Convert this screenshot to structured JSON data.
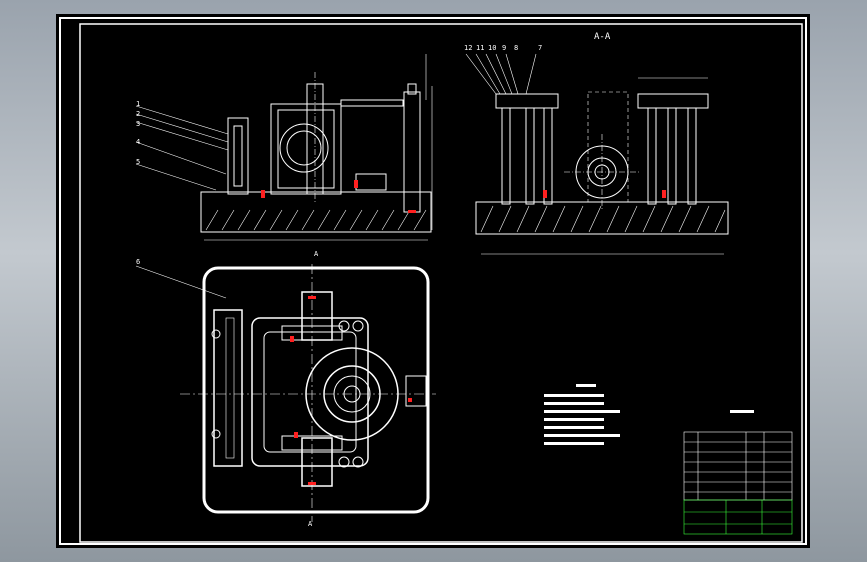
{
  "section_label": "A-A",
  "part_numbers": {
    "top_row": [
      "12",
      "11",
      "10",
      "9",
      "8",
      "7"
    ],
    "left_column": [
      "1",
      "2",
      "3",
      "4",
      "5"
    ],
    "plan_view": "6"
  },
  "cut_marks": {
    "plan_top": "A",
    "plan_bottom": "A"
  },
  "colors": {
    "background": "#000000",
    "lines": "#ffffff",
    "section_marks": "#ff2020",
    "title_block": "#39ff39"
  }
}
